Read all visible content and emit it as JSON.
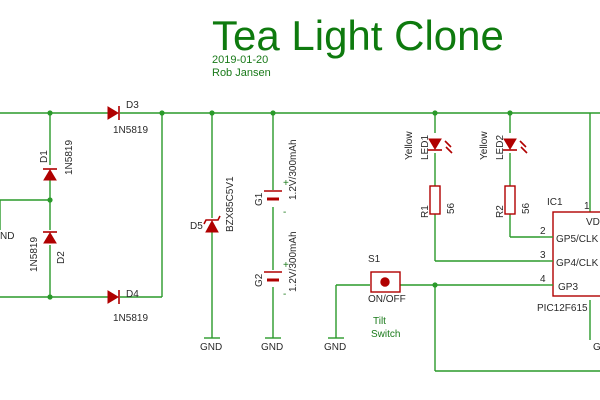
{
  "title": "Tea Light Clone",
  "date": "2019-01-20",
  "author": "Rob Jansen",
  "parts": {
    "D1": {
      "name": "D1",
      "value": "1N5819"
    },
    "D2": {
      "name": "D2",
      "value": "1N5819"
    },
    "D3": {
      "name": "D3",
      "value": "1N5819"
    },
    "D4": {
      "name": "D4",
      "value": "1N5819"
    },
    "D5": {
      "name": "D5",
      "value": "BZX85C5V1"
    },
    "G1": {
      "name": "G1",
      "value": "1.2V/300mAh"
    },
    "G2": {
      "name": "G2",
      "value": "1.2V/300mAh"
    },
    "S1": {
      "name": "S1",
      "value": "ON/OFF",
      "desc1": "Tilt",
      "desc2": "Switch"
    },
    "LED1": {
      "name": "LED1",
      "color": "Yellow"
    },
    "LED2": {
      "name": "LED2",
      "color": "Yellow"
    },
    "R1": {
      "name": "R1",
      "value": "56"
    },
    "R2": {
      "name": "R2",
      "value": "56"
    },
    "IC1": {
      "name": "IC1",
      "value": "PIC12F615",
      "pins": {
        "vdd": "VD",
        "p2": "GP5/CLK",
        "p3": "GP4/CLK",
        "p4": "GP3"
      },
      "pinnums": {
        "p1": "1",
        "p2": "2",
        "p3": "3",
        "p4": "4"
      }
    },
    "gnd": "GND",
    "gnd_left": "ND",
    "g_partial": "G",
    "plus": "+",
    "minus": "-"
  }
}
